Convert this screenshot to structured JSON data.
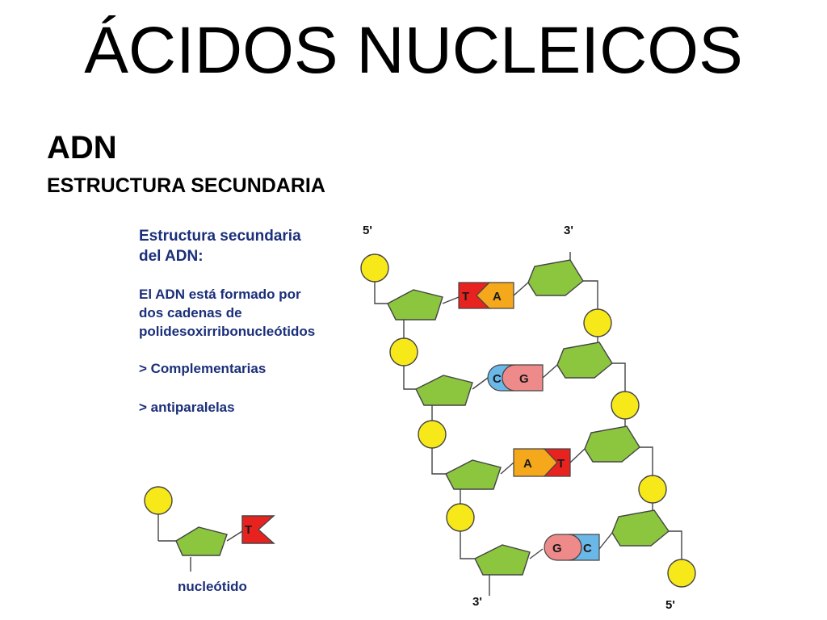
{
  "slide": {
    "title": "ÁCIDOS NUCLEICOS",
    "subtitle": "ADN",
    "section": "ESTRUCTURA SECUNDARIA"
  },
  "panel": {
    "heading_line1": "Estructura secundaria",
    "heading_line2": "del ADN:",
    "body_line1": "El ADN está formado por",
    "body_line2": "dos cadenas de",
    "body_line3": "polidesoxirribonucleótidos",
    "point1": "> Complementarias",
    "point2": "> antiparalelas",
    "text_color": "#1b2f7a"
  },
  "strands": {
    "left_top": "5'",
    "right_top": "3'",
    "left_bottom": "3'",
    "right_bottom": "5'"
  },
  "base_pairs": [
    {
      "left": "T",
      "right": "A",
      "left_color": "#e8231f",
      "right_color": "#f5a81c",
      "shape": "arrow"
    },
    {
      "left": "C",
      "right": "G",
      "left_color": "#6ab8e8",
      "right_color": "#ef8a8a",
      "shape": "round"
    },
    {
      "left": "A",
      "right": "T",
      "left_color": "#f5a81c",
      "right_color": "#e8231f",
      "shape": "arrow"
    },
    {
      "left": "G",
      "right": "C",
      "left_color": "#ef8a8a",
      "right_color": "#6ab8e8",
      "shape": "round"
    }
  ],
  "nucleotide": {
    "base": "T",
    "label": "nucleótido"
  },
  "colors": {
    "phosphate": "#f7e81a",
    "sugar": "#8cc63f",
    "outline": "#444444"
  }
}
